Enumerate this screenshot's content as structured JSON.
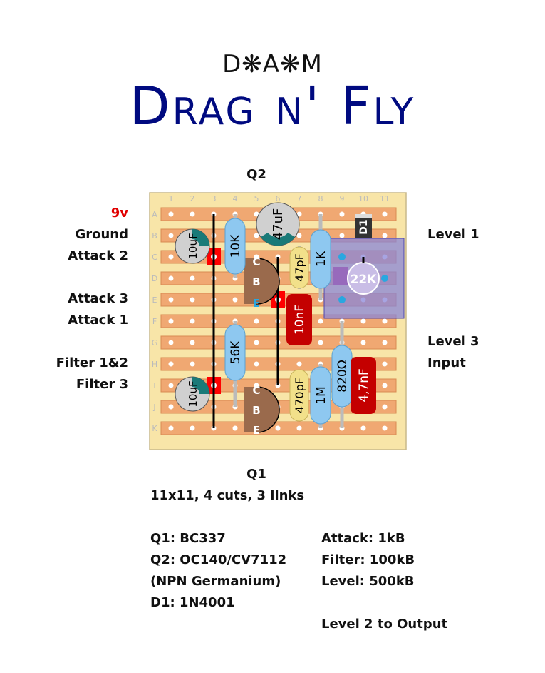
{
  "header": {
    "brand": "D❋A❋M",
    "title": "Drag n' Fly"
  },
  "board": {
    "columns": [
      "1",
      "2",
      "3",
      "4",
      "5",
      "6",
      "7",
      "8",
      "9",
      "10",
      "11"
    ],
    "rows": [
      "A",
      "B",
      "C",
      "D",
      "E",
      "F",
      "G",
      "H",
      "I",
      "J",
      "K"
    ],
    "top_label": "Q2",
    "bottom_label": "Q1"
  },
  "left_labels": [
    {
      "text": "9v",
      "row": "A",
      "color": "#e00000"
    },
    {
      "text": "Ground",
      "row": "B"
    },
    {
      "text": "Attack 2",
      "row": "C"
    },
    {
      "text": "Attack 3",
      "row": "E"
    },
    {
      "text": "Attack 1",
      "row": "F"
    },
    {
      "text": "Filter 1&2",
      "row": "H"
    },
    {
      "text": "Filter 3",
      "row": "I"
    }
  ],
  "right_labels": [
    {
      "text": "Level 1",
      "row": "B"
    },
    {
      "text": "Level 3",
      "row": "G"
    },
    {
      "text": "Input",
      "row": "H"
    }
  ],
  "components": {
    "c1": "10uF",
    "c2": "47uF",
    "c3": "10uF",
    "r1": "10K",
    "r2": "56K",
    "r3": "1K",
    "r4": "1M",
    "r5": "820Ω",
    "c4": "47pF",
    "c5": "470pF",
    "c6": "10nF",
    "c7": "4,7nF",
    "d1": "D1",
    "trim": "22K",
    "q_pins": [
      "C",
      "B",
      "E"
    ]
  },
  "info": {
    "summary": "11x11, 4 cuts, 3 links",
    "left": [
      "Q1: BC337",
      "Q2: OC140/CV7112",
      "(NPN Germanium)",
      "D1: 1N4001"
    ],
    "right": [
      "Attack: 1kB",
      "Filter: 100kB",
      "Level: 500kB",
      "",
      "Level 2 to Output"
    ]
  }
}
